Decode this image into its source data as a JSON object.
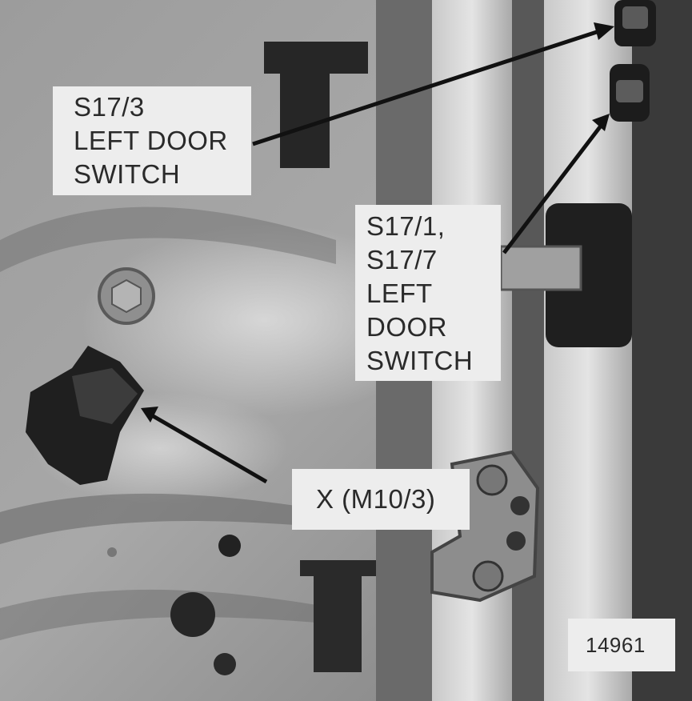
{
  "labels": {
    "s17_3": [
      "S17/3",
      "LEFT DOOR",
      "SWITCH"
    ],
    "s17_1_7": [
      "S17/1,",
      "S17/7",
      "LEFT",
      "DOOR",
      "SWITCH"
    ],
    "x_connector": [
      "X (M10/3)"
    ],
    "figure_number": "14961"
  }
}
